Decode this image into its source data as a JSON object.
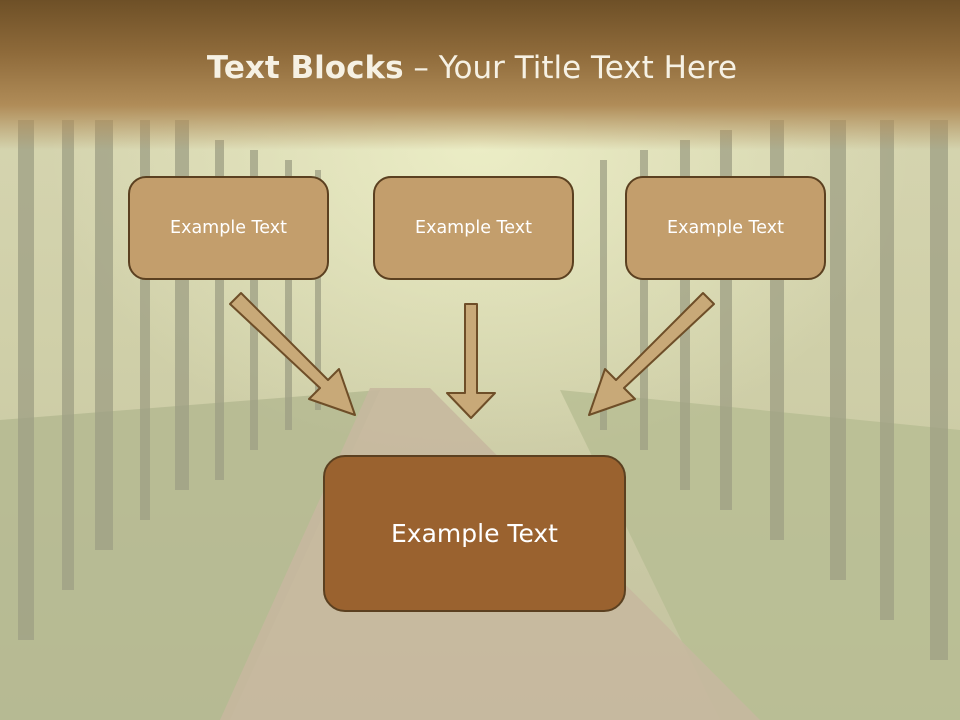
{
  "slide": {
    "title_bold": "Text Blocks",
    "title_separator": " – ",
    "title_rest": "Your Title Text Here",
    "colors": {
      "title_band": "#8e6a3a",
      "small_box_fill": "#c39e6c",
      "big_box_fill": "#9a622f",
      "box_border": "#5b4020",
      "arrow_fill": "#c8a978"
    },
    "boxes": {
      "left": "Example Text",
      "center": "Example Text",
      "right": "Example Text",
      "bottom": "Example Text"
    }
  }
}
